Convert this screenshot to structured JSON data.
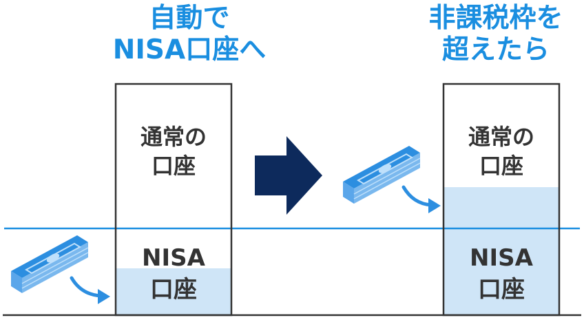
{
  "left_heading": {
    "line1": "自動で",
    "line2": "NISA口座へ"
  },
  "right_heading": {
    "line1": "非課税枠を",
    "line2": "超えたら"
  },
  "left_column": {
    "regular_account_label": {
      "line1": "通常の",
      "line2": "口座"
    },
    "nisa_account_label": {
      "line1": "NISA",
      "line2": "口座"
    }
  },
  "right_column": {
    "regular_account_label": {
      "line1": "通常の",
      "line2": "口座"
    },
    "nisa_account_label": {
      "line1": "NISA",
      "line2": "口座"
    }
  },
  "icons": {
    "money": "money-stack-icon",
    "flow_arrow": "curved-arrow-icon",
    "transition_arrow": "right-arrow-icon"
  },
  "colors": {
    "heading": "#1a8ee0",
    "divider": "#1a8ee0",
    "fill": "#cfe5f7",
    "box_border": "#333333",
    "label_text": "#333333",
    "transition_arrow": "#0d2a5c",
    "money_top": "#2c8ee0",
    "money_side": "#7ab8ee"
  }
}
